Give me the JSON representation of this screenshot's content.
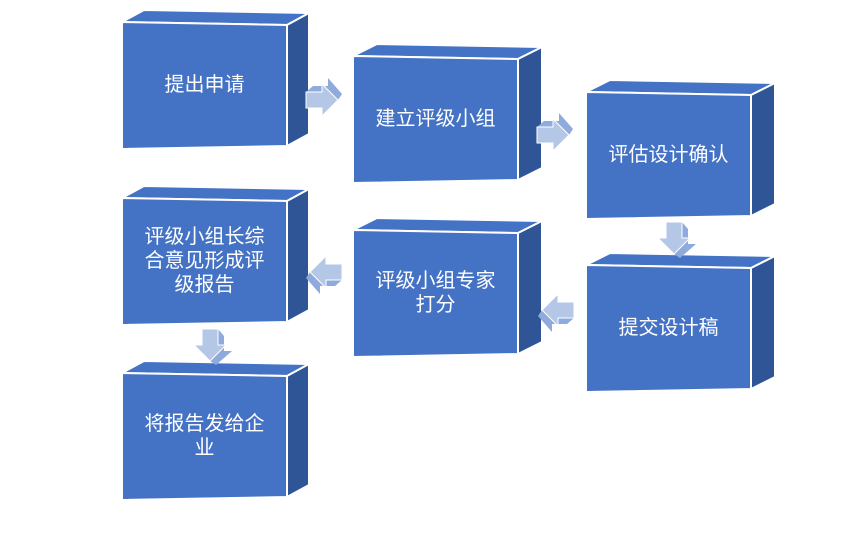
{
  "colors": {
    "box_front": "#4472C4",
    "box_side": "#2F5597",
    "box_edge": "#ffffff",
    "arrow_fill": "#B4C7E7",
    "arrow_shade": "#8FAADC"
  },
  "steps": [
    {
      "id": "submit-application",
      "lines": [
        "提出申请"
      ]
    },
    {
      "id": "form-rating-group",
      "lines": [
        "建立评级小组"
      ]
    },
    {
      "id": "evaluate-design",
      "lines": [
        "评估设计确认"
      ]
    },
    {
      "id": "submit-design-draft",
      "lines": [
        "提交设计稿"
      ]
    },
    {
      "id": "expert-scoring",
      "lines": [
        "评级小组专家",
        "打分"
      ]
    },
    {
      "id": "leader-report",
      "lines": [
        "评级小组长综",
        "合意见形成评",
        "级报告"
      ]
    },
    {
      "id": "send-report",
      "lines": [
        "将报告发给企",
        "业"
      ]
    }
  ],
  "arrows": [
    {
      "from": "submit-application",
      "to": "form-rating-group",
      "direction": "right"
    },
    {
      "from": "form-rating-group",
      "to": "evaluate-design",
      "direction": "right"
    },
    {
      "from": "evaluate-design",
      "to": "submit-design-draft",
      "direction": "down"
    },
    {
      "from": "submit-design-draft",
      "to": "expert-scoring",
      "direction": "left"
    },
    {
      "from": "expert-scoring",
      "to": "leader-report",
      "direction": "left"
    },
    {
      "from": "leader-report",
      "to": "send-report",
      "direction": "down"
    }
  ]
}
